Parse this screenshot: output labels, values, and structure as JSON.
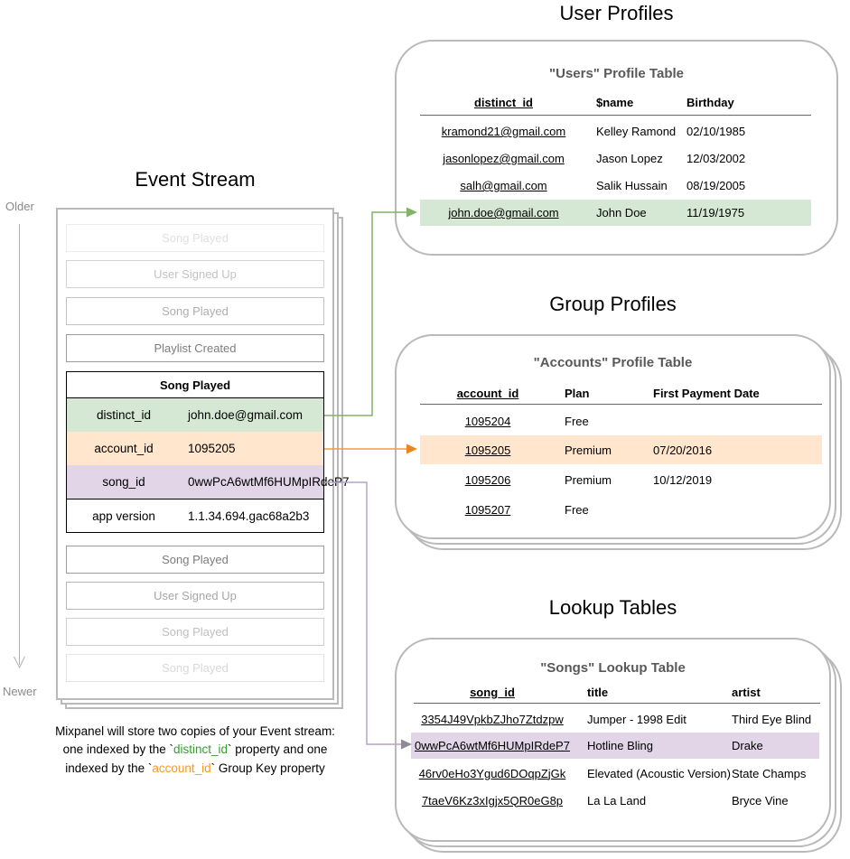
{
  "colors": {
    "green_fill": "#d5e8d4",
    "orange_fill": "#ffe6cc",
    "purple_fill": "#e1d5e7",
    "green_accent": "#82b366",
    "orange_accent": "#f09d3e",
    "orange_head": "#ed8422",
    "purple_accent": "#b5a2c7",
    "arrow_grey": "#8f8a95",
    "timeline_grey": "#b0b0b0"
  },
  "event_stream": {
    "title": "Event Stream",
    "older_label": "Older",
    "newer_label": "Newer",
    "events_before": [
      "Song Played",
      "User Signed Up",
      "Song Played",
      "Playlist Created"
    ],
    "expanded_event": {
      "title": "Song Played",
      "properties": [
        {
          "key": "distinct_id",
          "value": "john.doe@gmail.com",
          "highlight": "green"
        },
        {
          "key": "account_id",
          "value": "1095205",
          "highlight": "orange"
        },
        {
          "key": "song_id",
          "value": "0wwPcA6wtMf6HUMpIRdeP7",
          "highlight": "purple"
        },
        {
          "key": "app version",
          "value": "1.1.34.694.gac68a2b3",
          "highlight": "none"
        }
      ]
    },
    "events_after": [
      "Song Played",
      "User Signed Up",
      "Song Played",
      "Song Played"
    ]
  },
  "user_profiles": {
    "section_title": "User Profiles",
    "table_title": "\"Users\" Profile Table",
    "columns": [
      "distinct_id",
      "$name",
      "Birthday"
    ],
    "rows": [
      {
        "distinct_id": "kramond21@gmail.com",
        "name": "Kelley Ramond",
        "birthday": "02/10/1985"
      },
      {
        "distinct_id": "jasonlopez@gmail.com",
        "name": "Jason Lopez",
        "birthday": "12/03/2002"
      },
      {
        "distinct_id": "salh@gmail.com",
        "name": "Salik Hussain",
        "birthday": "08/19/2005"
      },
      {
        "distinct_id": "john.doe@gmail.com",
        "name": "John Doe",
        "birthday": "11/19/1975"
      }
    ]
  },
  "group_profiles": {
    "section_title": "Group Profiles",
    "table_title": "\"Accounts\" Profile Table",
    "columns": [
      "account_id",
      "Plan",
      "First Payment Date"
    ],
    "rows": [
      {
        "account_id": "1095204",
        "plan": "Free",
        "first_payment_date": ""
      },
      {
        "account_id": "1095205",
        "plan": "Premium",
        "first_payment_date": "07/20/2016"
      },
      {
        "account_id": "1095206",
        "plan": "Premium",
        "first_payment_date": "10/12/2019"
      },
      {
        "account_id": "1095207",
        "plan": "Free",
        "first_payment_date": ""
      }
    ]
  },
  "lookup_tables": {
    "section_title": "Lookup Tables",
    "table_title": "\"Songs\" Lookup Table",
    "columns": [
      "song_id",
      "title",
      "artist"
    ],
    "rows": [
      {
        "song_id": "3354J49VpkbZJho7Ztdzpw",
        "title": "Jumper - 1998 Edit",
        "artist": "Third Eye Blind"
      },
      {
        "song_id": "0wwPcA6wtMf6HUMpIRdeP7",
        "title": "Hotline Bling",
        "artist": "Drake"
      },
      {
        "song_id": "46rv0eHo3Ygud6DOqpZjGk",
        "title": "Elevated (Acoustic Version)",
        "artist": "State Champs"
      },
      {
        "song_id": "7taeV6Kz3xIgjx5QR0eG8p",
        "title": "La La Land",
        "artist": "Bryce Vine"
      }
    ]
  },
  "caption": {
    "line1": "Mixpanel will store two copies of your Event stream:",
    "line2_pre": "one indexed by the `",
    "line2_highlight": "distinct_id",
    "line2_post": "` property and one",
    "line3_pre": "indexed by the `",
    "line3_highlight": "account_id",
    "line3_post": "` Group Key property"
  }
}
